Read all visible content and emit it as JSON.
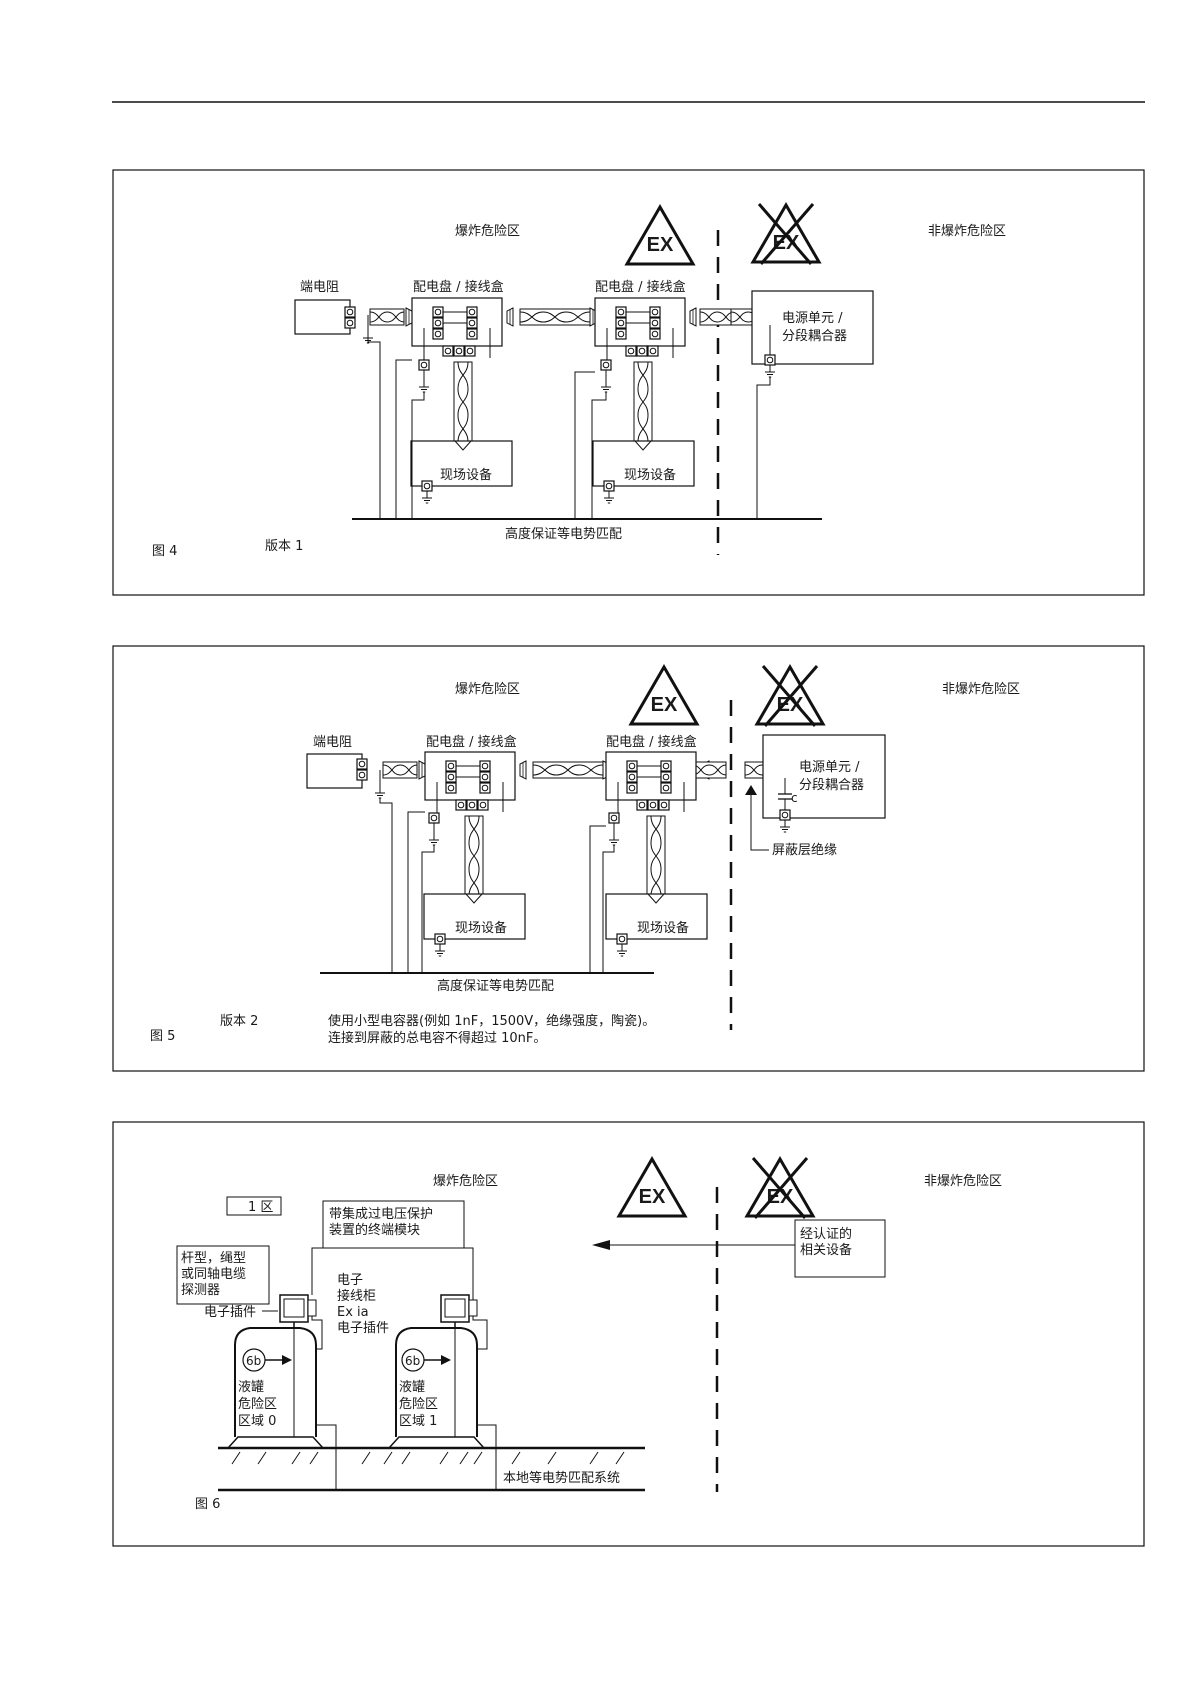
{
  "figure4": {
    "hazard_zone": "爆炸危险区",
    "safe_zone": "非爆炸危险区",
    "terminator": "端电阻",
    "junction_box_1": "配电盘 / 接线盒",
    "junction_box_2": "配电盘 / 接线盒",
    "power_unit_line1": "电源单元 /",
    "power_unit_line2": "分段耦合器",
    "field_device_1": "现场设备",
    "field_device_2": "现场设备",
    "equipotential": "高度保证等电势匹配",
    "fig_label": "图 4",
    "version": "版本 1",
    "ex_mark": "EX"
  },
  "figure5": {
    "hazard_zone": "爆炸危险区",
    "safe_zone": "非爆炸危险区",
    "terminator": "端电阻",
    "junction_box_1": "配电盘 / 接线盒",
    "junction_box_2": "配电盘 / 接线盒",
    "power_unit_line1": "电源单元 /",
    "power_unit_line2": "分段耦合器",
    "capacitor": "c",
    "shield_insulation": "屏蔽层绝缘",
    "field_device_1": "现场设备",
    "field_device_2": "现场设备",
    "equipotential": "高度保证等电势匹配",
    "version": "版本 2",
    "fig_label": "图 5",
    "note_line1": "使用小型电容器(例如 1nF，1500V，绝缘强度，陶瓷)。",
    "note_line2": "连接到屏蔽的总电容不得超过 10nF。",
    "ex_mark": "EX"
  },
  "figure6": {
    "hazard_zone": "爆炸危险区",
    "safe_zone": "非爆炸危险区",
    "zone_1": "1 区",
    "terminal_module_line1": "带集成过电压保护",
    "terminal_module_line2": "装置的终端模块",
    "probe_line1": "杆型，绳型",
    "probe_line2": "或同轴电缆",
    "probe_line3": "探测器",
    "plugin": "电子插件",
    "housing_line1": "电子",
    "housing_line2": "接线柜",
    "housing_line3": "Ex ia",
    "housing_line4": "电子插件",
    "certified_line1": "经认证的",
    "certified_line2": "相关设备",
    "marker_1": "6b",
    "marker_2": "6b",
    "tank1_line1": "液罐",
    "tank1_line2": "危险区",
    "tank1_line3": "区域 0",
    "tank2_line1": "液罐",
    "tank2_line2": "危险区",
    "tank2_line3": "区域 1",
    "equipotential": "本地等电势匹配系统",
    "fig_label": "图 6",
    "ex_mark": "EX"
  }
}
